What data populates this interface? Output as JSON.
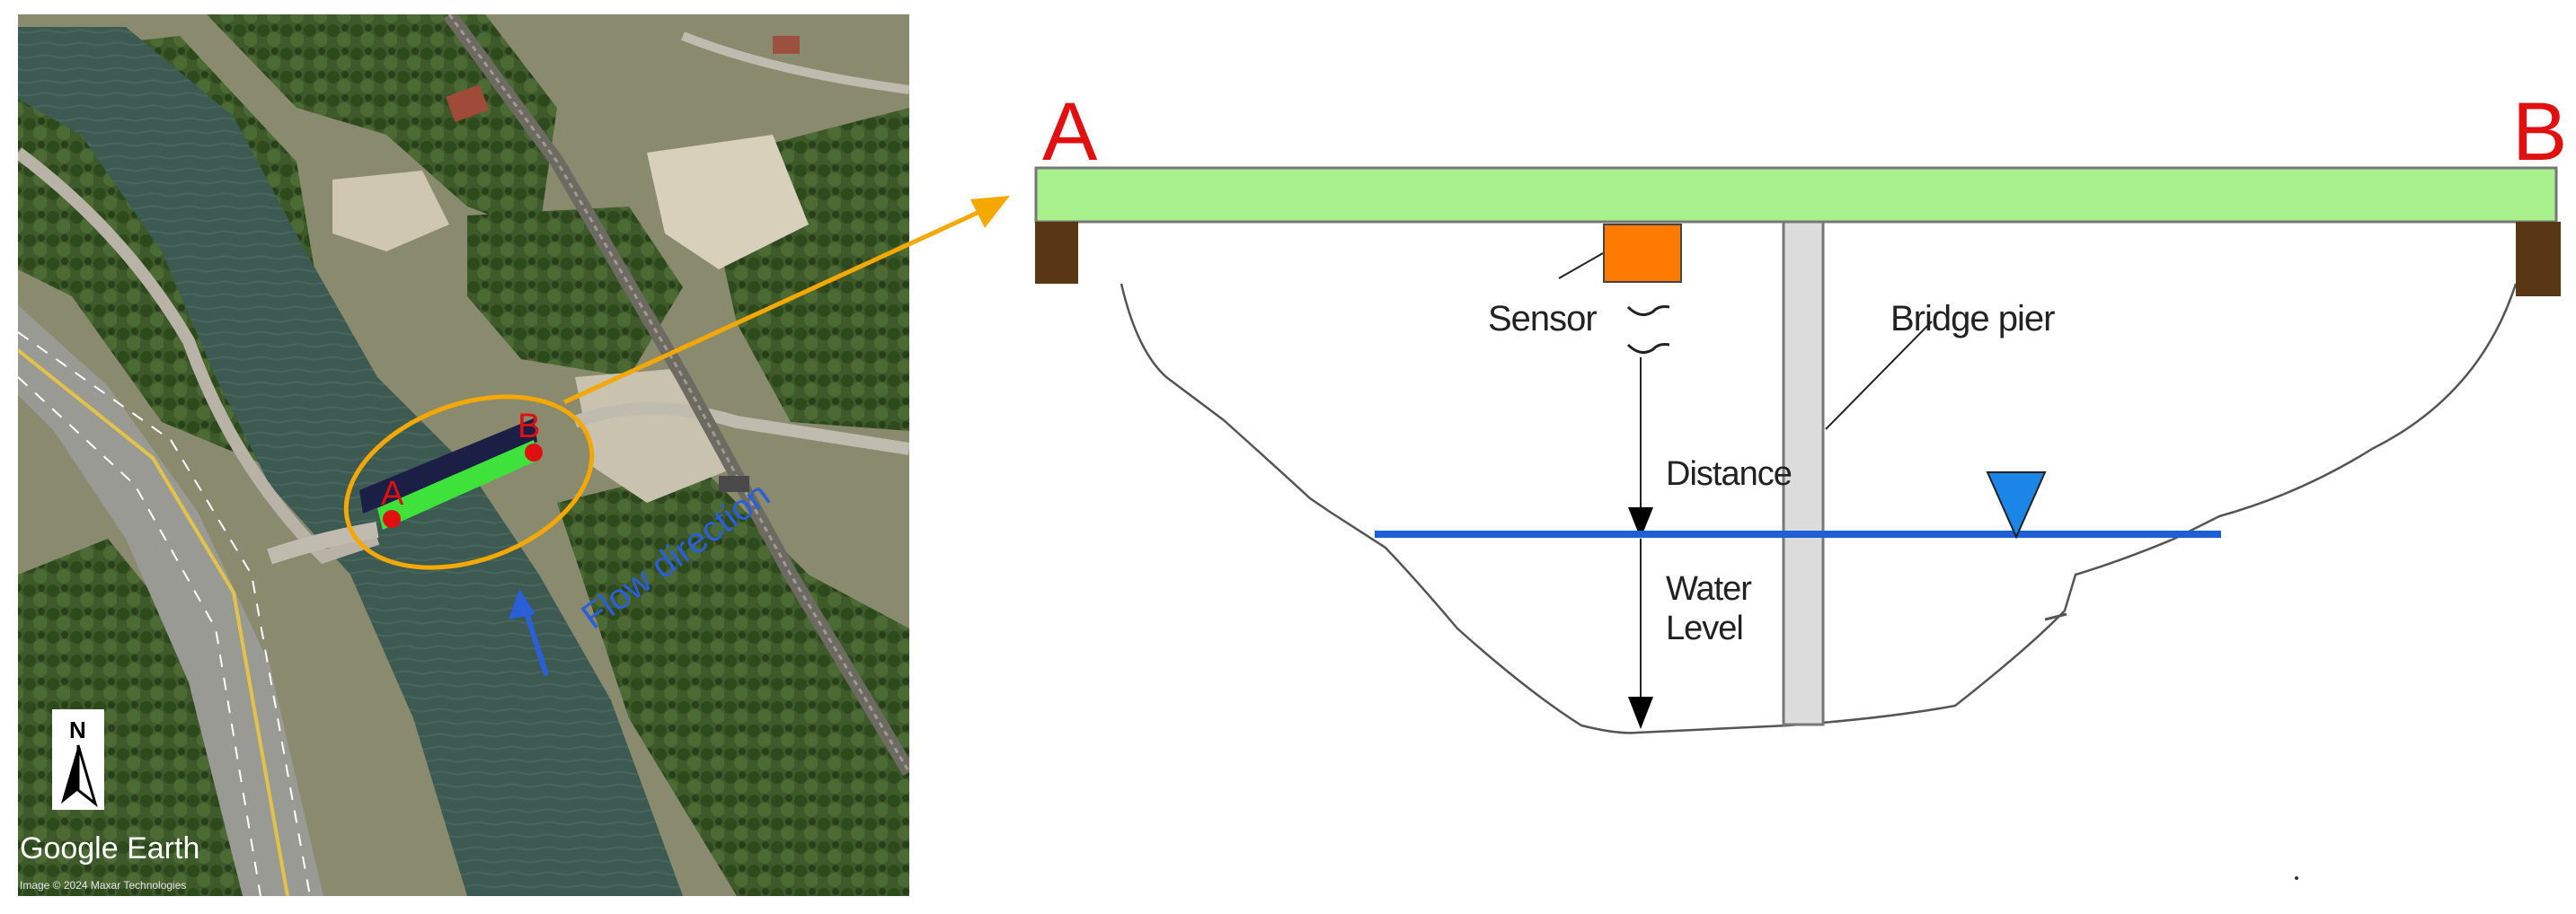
{
  "map": {
    "point_a": "A",
    "point_b": "B",
    "flow_label": "Flow direction",
    "north_label": "N",
    "brand": "Google Earth",
    "credit": "Image © 2024 Maxar Technologies"
  },
  "section": {
    "end_a": "A",
    "end_b": "B",
    "sensor": "Sensor",
    "pier": "Bridge pier",
    "distance": "Distance",
    "water_level_line1": "Water",
    "water_level_line2": "Level"
  },
  "colors": {
    "deck": "#a8f08c",
    "sensor": "#ff7a00",
    "water": "#1f5fd6",
    "water_marker": "#1c86e8",
    "pier": "#dcdcdc",
    "abutment": "#5a3714",
    "callout": "#f5a800",
    "label_red": "#e01010",
    "flow_blue": "#2a5fd8"
  }
}
